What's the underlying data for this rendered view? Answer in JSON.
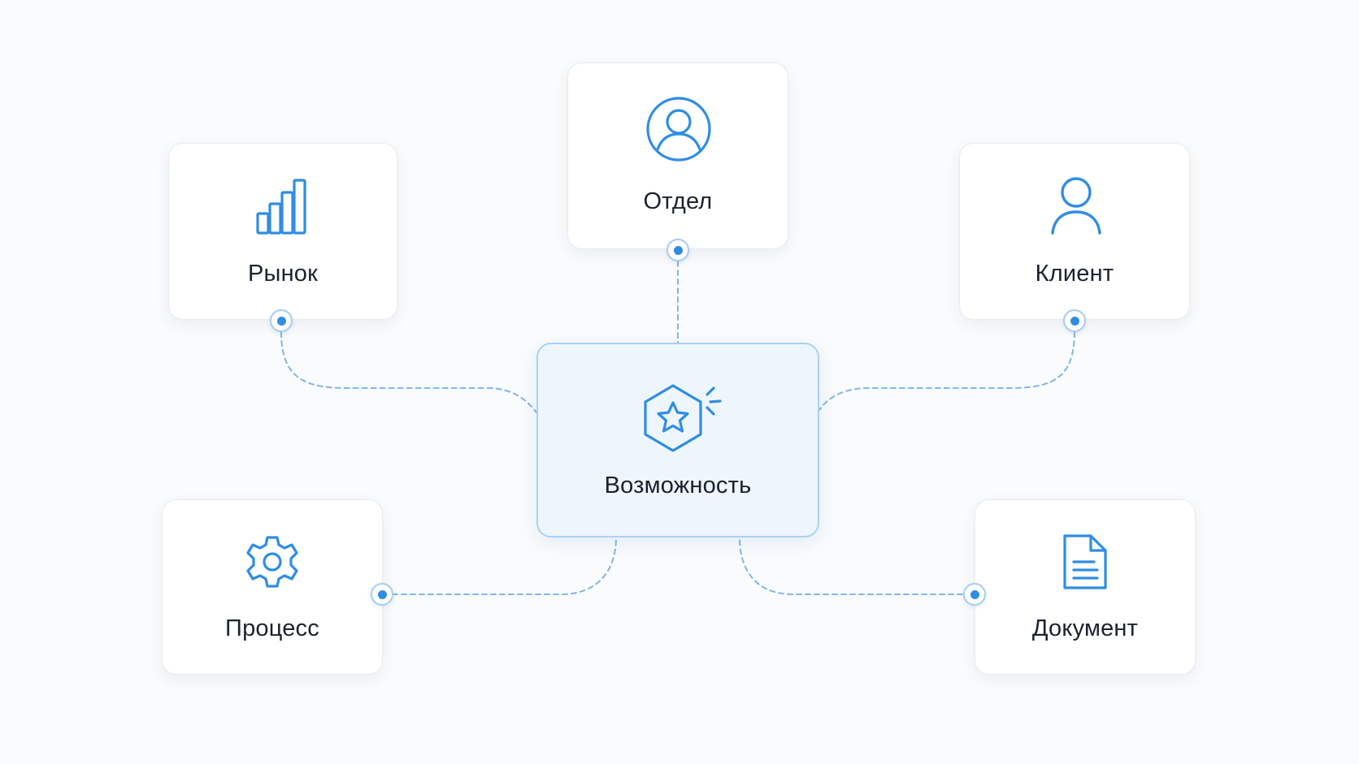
{
  "diagram": {
    "center": {
      "label": "Возможность",
      "icon": "hexagon-star-icon"
    },
    "nodes": {
      "department": {
        "label": "Отдел",
        "icon": "user-circle-icon"
      },
      "market": {
        "label": "Рынок",
        "icon": "bar-chart-icon"
      },
      "client": {
        "label": "Клиент",
        "icon": "user-icon"
      },
      "process": {
        "label": "Процесс",
        "icon": "gear-icon"
      },
      "document": {
        "label": "Документ",
        "icon": "document-icon"
      }
    },
    "colors": {
      "accent": "#2f8de4",
      "connector": "#7fb6ea",
      "center_fill": "#eef6fd",
      "center_border": "#a9d2f5",
      "card_border": "#e7ebf0",
      "text": "#1b2230",
      "background": "#fafbfc"
    }
  }
}
